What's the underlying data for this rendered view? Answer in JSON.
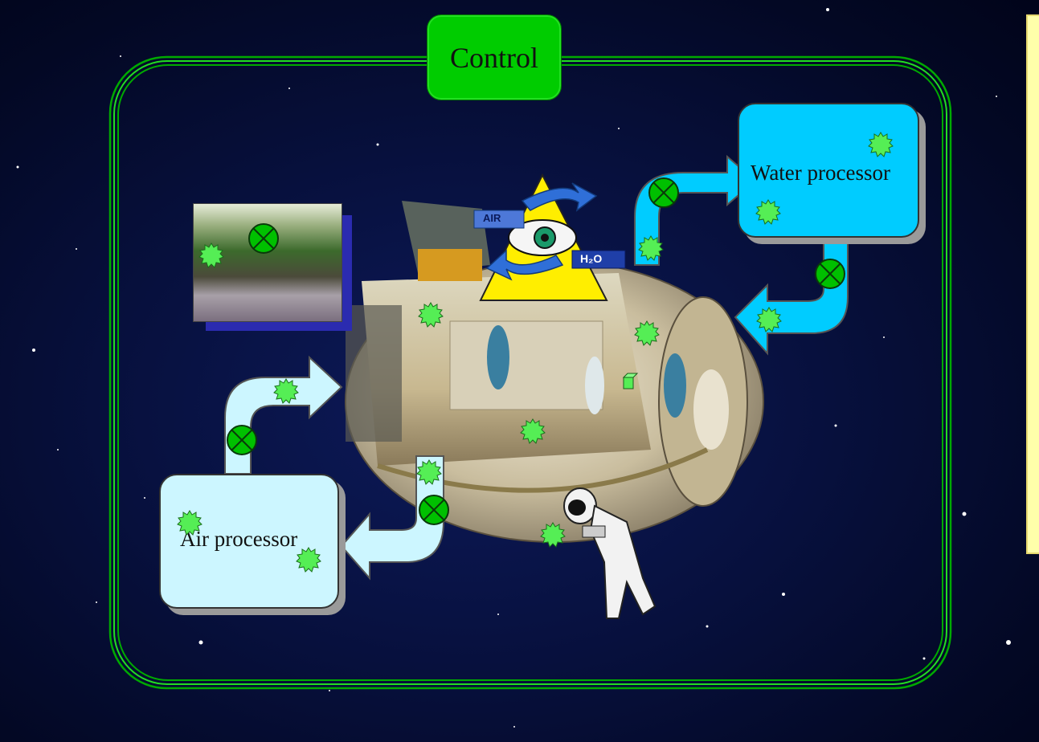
{
  "diagram": {
    "control_label": "Control",
    "water_processor_label": "Water processor",
    "air_processor_label": "Air processor",
    "logo_air_text": "AIR",
    "logo_h2o_text": "H₂O"
  },
  "colors": {
    "control_green": "#00cc00",
    "water_box": "#00ccff",
    "air_box": "#ccf6ff",
    "side_panel": "#ffffaa"
  }
}
